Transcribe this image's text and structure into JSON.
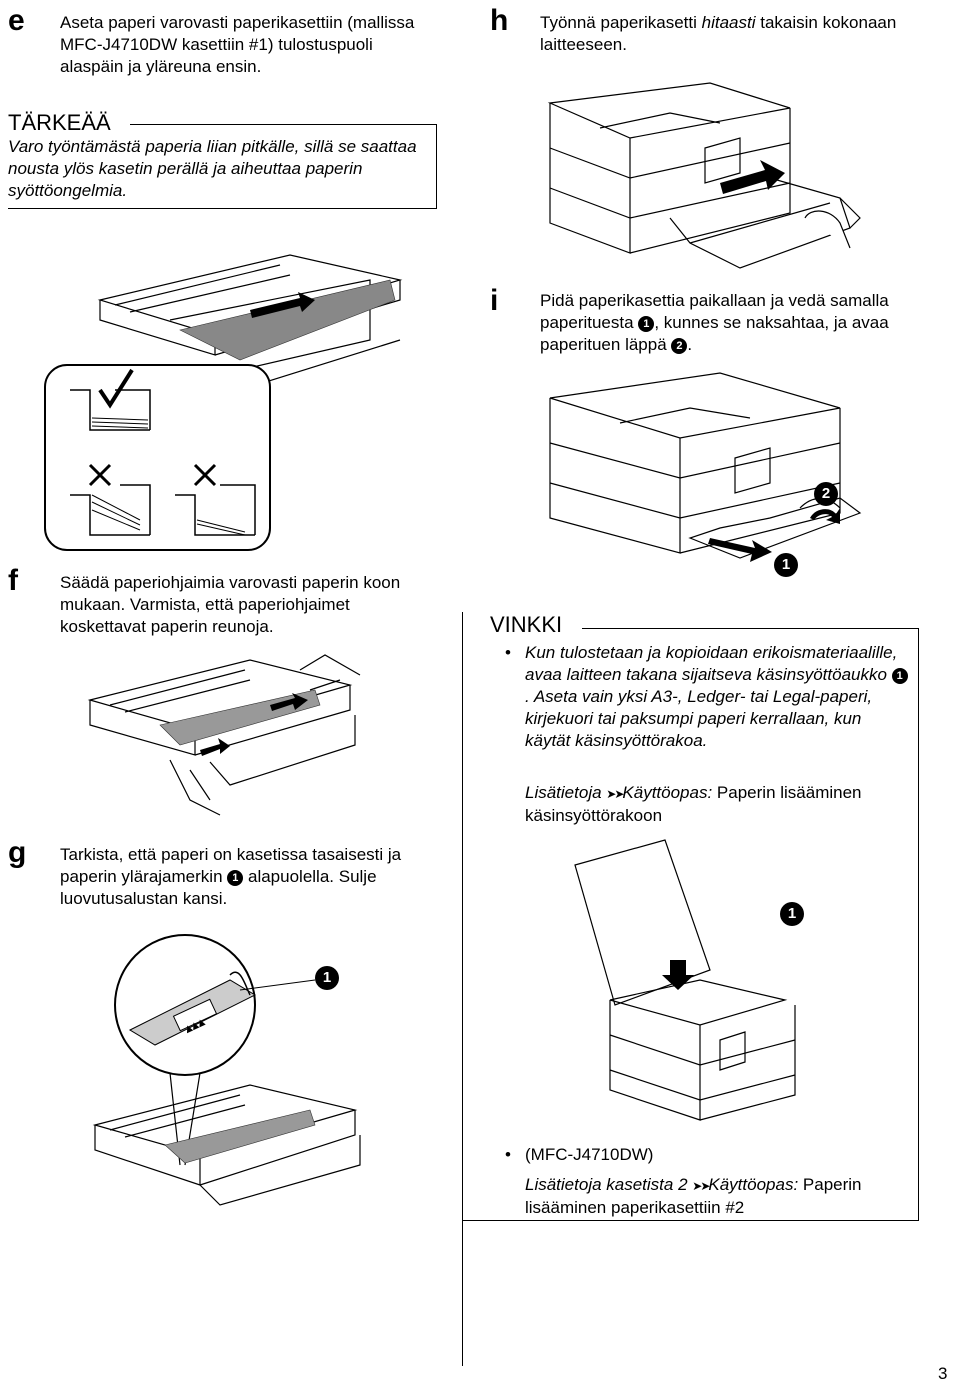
{
  "step_e": {
    "letter": "e",
    "text": "Aseta paperi varovasti paperikasettiin (mallissa MFC-J4710DW kasettiin #1) tulostuspuoli alaspäin ja yläreuna ensin."
  },
  "important": {
    "title": "TÄRKEÄÄ",
    "text": "Varo työntämästä paperia liian pitkälle, sillä se saattaa nousta ylös kasetin perällä ja aiheuttaa paperin syöttöongelmia."
  },
  "step_f": {
    "letter": "f",
    "text": "Säädä paperiohjaimia varovasti paperin koon mukaan. Varmista, että paperiohjaimet koskettavat paperin reunoja."
  },
  "step_g": {
    "letter": "g",
    "text_before": "Tarkista, että paperi on kasetissa tasaisesti ja paperin ylärajamerkin",
    "callout": "1",
    "text_after": "alapuolella. Sulje luovutusalustan kansi."
  },
  "step_h": {
    "letter": "h",
    "text_before": "Työnnä paperikasetti",
    "text_italic": "hitaasti",
    "text_after": "takaisin kokonaan laitteeseen."
  },
  "step_i": {
    "letter": "i",
    "text_part1": "Pidä paperikasettia paikallaan ja vedä samalla paperituesta",
    "callout1": "1",
    "text_part2": ", kunnes se naksahtaa, ja avaa paperituen läppä",
    "callout2": "2",
    "text_part3": "."
  },
  "note": {
    "title": "VINKKI",
    "bullet1_part1": "Kun tulostetaan ja kopioidaan erikoismateriaalille, avaa laitteen takana sijaitseva käsinsyöttöaukko",
    "bullet1_callout": "1",
    "bullet1_part2": ". Aseta vain yksi A3-, Ledger- tai Legal-paperi, kirjekuori tai paksumpi paperi kerrallaan, kun käytät käsinsyöttörakoa.",
    "ref1_prefix": "Lisätietoja",
    "ref1_arrows": "➤➤",
    "ref1_book": "Käyttöopas:",
    "ref1_text": "Paperin lisääminen käsinsyöttörakoon",
    "bullet2_title": "(MFC-J4710DW)",
    "ref2_prefix": "Lisätietoja kasetista 2",
    "ref2_arrows": "➤➤",
    "ref2_book": "Käyttöopas:",
    "ref2_text": "Paperin lisääminen paperikasettiin #2"
  },
  "figure_callouts": {
    "g_fig": "1",
    "i_fig_1": "1",
    "i_fig_2": "2",
    "note_fig": "1"
  },
  "page_number": "3"
}
